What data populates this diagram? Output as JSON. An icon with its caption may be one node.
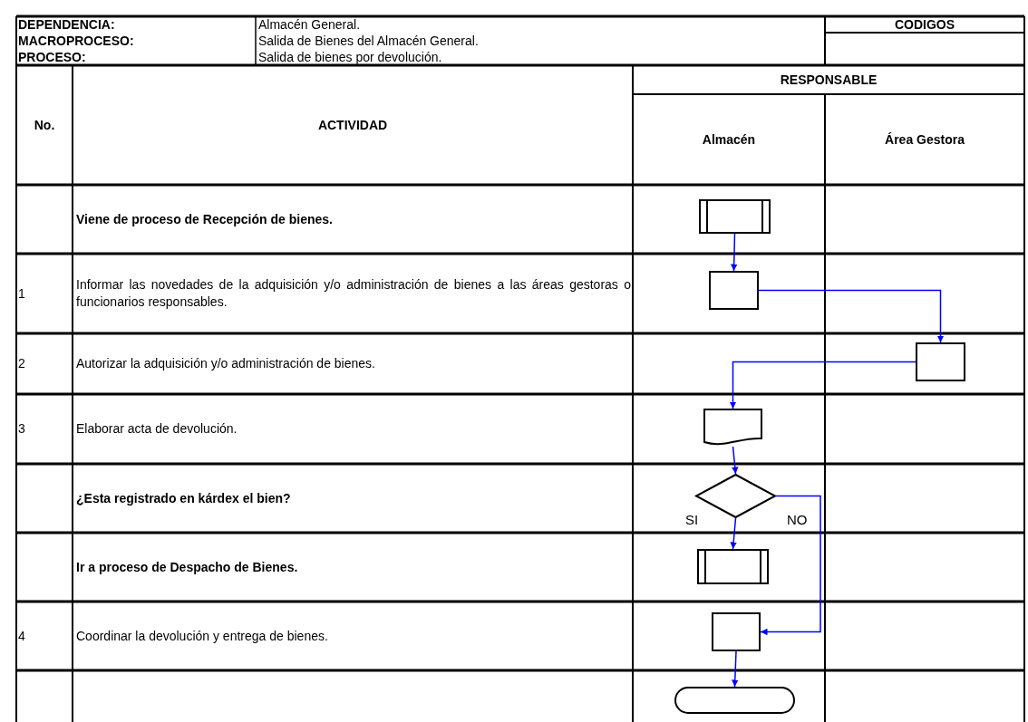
{
  "diagram": {
    "nodes": [
      {
        "text": [],
        "shape": "subprocess"
      },
      {
        "text": [],
        "shape": "box"
      },
      {
        "text": [],
        "shape": "box"
      },
      {
        "text": [],
        "shape": "document"
      },
      {
        "text": [],
        "shape": "diamond"
      },
      {
        "text": [],
        "shape": "subprocess"
      },
      {
        "text": [],
        "shape": "box"
      },
      {
        "text": [],
        "shape": "stadium"
      }
    ],
    "edges": [
      {
        "from": 0,
        "to": 1,
        "arrow": "to"
      },
      {
        "from": 1,
        "to": 2,
        "arrow": "to"
      },
      {
        "from": 2,
        "to": 3,
        "arrow": "to"
      },
      {
        "from": 3,
        "to": 4,
        "arrow": "to"
      },
      {
        "from": 4,
        "to": 5,
        "arrow": "to",
        "label": "SI"
      },
      {
        "from": 4,
        "to": 6,
        "arrow": "to",
        "label": "NO"
      },
      {
        "from": 6,
        "to": 7,
        "arrow": "to"
      }
    ],
    "labels": [
      "DEPENDENCIA:",
      "Almacén General.",
      "CODIGOS",
      "MACROPROCESO:",
      "Salida de Bienes del Almacén General.",
      "PROCESO:",
      "Salida de bienes por devolución.",
      "RESPONSABLE",
      "No.",
      "ACTIVIDAD",
      "Almacén",
      "Área Gestora",
      "Viene de proceso de Recepción de bienes.",
      "1",
      "Informar las novedades de la adquisición y/o administración de bienes a las áreas gestoras o funcionarios responsables.",
      "2",
      "Autorizar la adquisición y/o administración de bienes.",
      "3",
      "Elaborar acta de devolución.",
      "¿Esta registrado en kárdex el bien?",
      "Ir a proceso de Despacho de Bienes.",
      "4",
      "Coordinar la devolución y entrega de bienes."
    ]
  }
}
